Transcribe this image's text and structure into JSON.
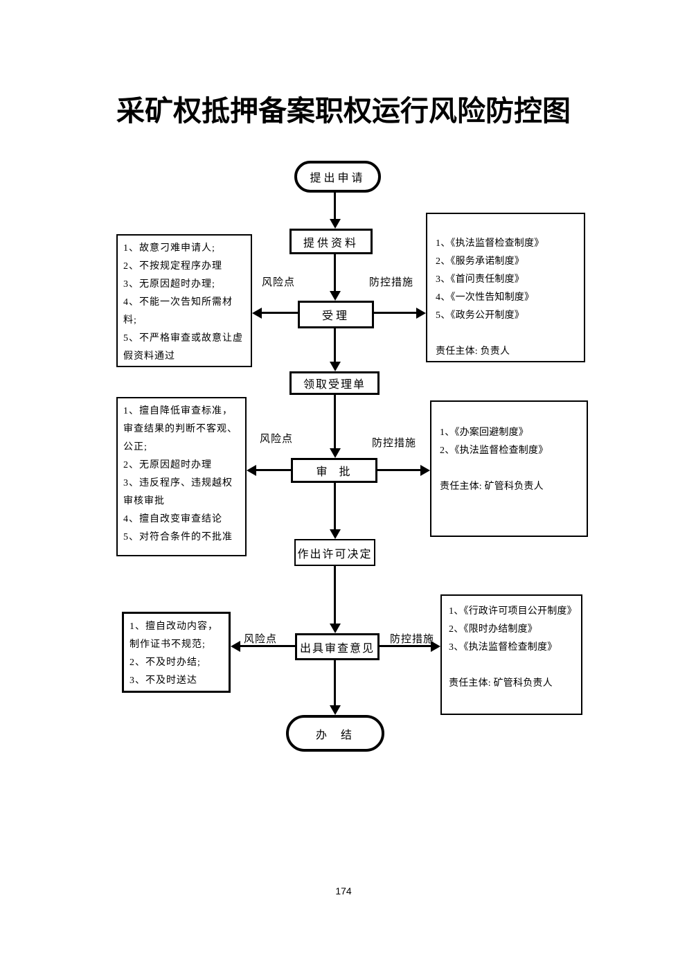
{
  "title": "采矿权抵押备案职权运行风险防控图",
  "page_number": "174",
  "flow": {
    "start": "提出申请",
    "provide": "提供资料",
    "accept": "受理",
    "receipt": "领取受理单",
    "approve": "审  批",
    "decision": "作出许可决定",
    "opinion": "出具审查意见",
    "end": "办  结"
  },
  "labels": {
    "risk": "风险点",
    "measure": "防控措施"
  },
  "panels": {
    "risk1": {
      "items": [
        "1、故意刁难申请人;",
        "2、不按规定程序办理",
        "3、无原因超时办理;",
        "4、不能一次告知所需材料;",
        "5、不严格审查或故意让虚假资料通过"
      ]
    },
    "measure1": {
      "items": [
        "1、《执法监督检查制度》",
        "2、《服务承诺制度》",
        "3、《首问责任制度》",
        "4、《一次性告知制度》",
        "5、《政务公开制度》"
      ],
      "owner": "责任主体: 负责人"
    },
    "risk2": {
      "items": [
        "1、擅自降低审查标准，审查结果的判断不客观、公正;",
        "2、无原因超时办理",
        "3、违反程序、违规越权审核审批",
        "4、擅自改变审查结论",
        "5、对符合条件的不批准"
      ]
    },
    "measure2": {
      "items": [
        "1、《办案回避制度》",
        "2、《执法监督检查制度》"
      ],
      "owner": "责任主体: 矿管科负责人"
    },
    "risk3": {
      "items": [
        "1、擅自改动内容，制作证书不规范;",
        "2、不及时办结;",
        "3、不及时送达"
      ]
    },
    "measure3": {
      "items": [
        "1、《行政许可项目公开制度》",
        "2、《限时办结制度》",
        "3、《执法监督检查制度》"
      ],
      "owner": "责任主体: 矿管科负责人"
    }
  }
}
